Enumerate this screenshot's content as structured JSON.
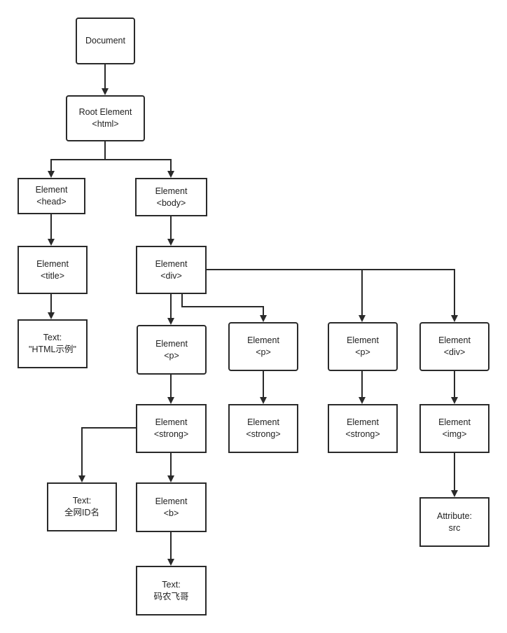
{
  "nodes": {
    "document": [
      "Document"
    ],
    "root": [
      "Root Element",
      "<html>"
    ],
    "head": [
      "Element",
      "<head>"
    ],
    "body": [
      "Element",
      "<body>"
    ],
    "title": [
      "Element",
      "<title>"
    ],
    "div": [
      "Element",
      "<div>"
    ],
    "title_text": [
      "Text:",
      "\"HTML示例\""
    ],
    "p1": [
      "Element",
      "<p>"
    ],
    "p2": [
      "Element",
      "<p>"
    ],
    "p3": [
      "Element",
      "<p>"
    ],
    "div2": [
      "Element",
      "<div>"
    ],
    "strong1": [
      "Element",
      "<strong>"
    ],
    "strong2": [
      "Element",
      "<strong>"
    ],
    "strong3": [
      "Element",
      "<strong>"
    ],
    "img": [
      "Element",
      "<img>"
    ],
    "text_id": [
      "Text:",
      "全网ID名"
    ],
    "b": [
      "Element",
      "<b>"
    ],
    "attr_src": [
      "Attribute:",
      "src"
    ],
    "text_name": [
      "Text:",
      "码农飞哥"
    ]
  },
  "colors": {
    "line": "#2a2a2a",
    "box_border": "#2a2a2a",
    "text": "#222222"
  }
}
